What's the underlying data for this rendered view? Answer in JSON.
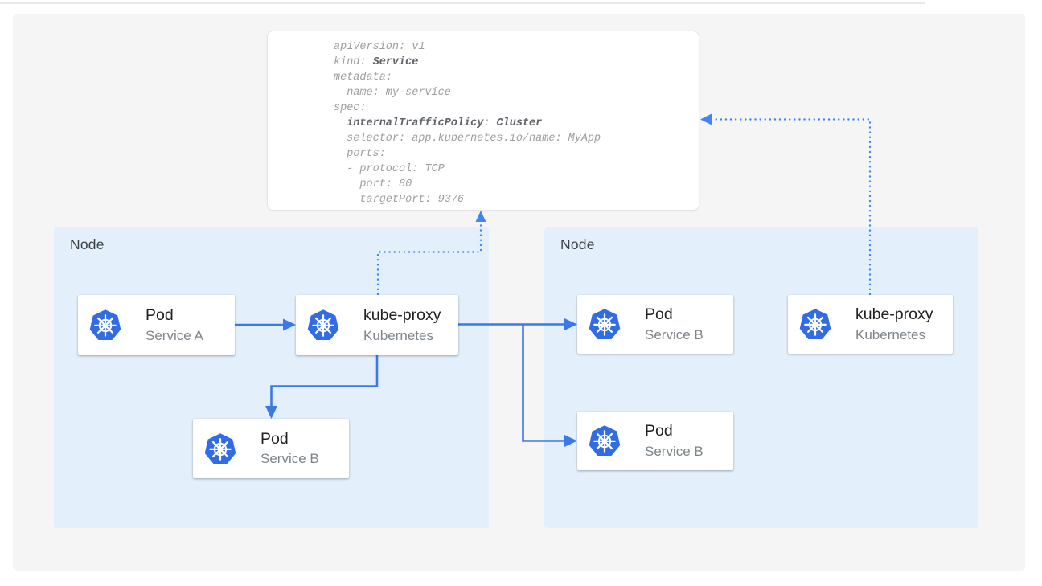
{
  "nodes": [
    {
      "label": "Node"
    },
    {
      "label": "Node"
    }
  ],
  "cards": [
    {
      "title": "Pod",
      "subtitle": "Service A"
    },
    {
      "title": "kube-proxy",
      "subtitle": "Kubernetes"
    },
    {
      "title": "Pod",
      "subtitle": "Service B"
    },
    {
      "title": "Pod",
      "subtitle": "Service B"
    },
    {
      "title": "Pod",
      "subtitle": "Service B"
    },
    {
      "title": "kube-proxy",
      "subtitle": "Kubernetes"
    }
  ],
  "yaml": {
    "lines": [
      [
        {
          "t": "apiVersion: v1",
          "b": false
        }
      ],
      [
        {
          "t": "kind: ",
          "b": false
        },
        {
          "t": "Service",
          "b": true
        }
      ],
      [
        {
          "t": "metadata:",
          "b": false
        }
      ],
      [
        {
          "t": "  name: my-service",
          "b": false
        }
      ],
      [
        {
          "t": "spec:",
          "b": false
        }
      ],
      [
        {
          "t": "  ",
          "b": false
        },
        {
          "t": "internalTrafficPolicy",
          "b": true
        },
        {
          "t": ": ",
          "b": false
        },
        {
          "t": "Cluster",
          "b": true
        }
      ],
      [
        {
          "t": "  selector: app.kubernetes.io/name: MyApp",
          "b": false
        }
      ],
      [
        {
          "t": "  ports:",
          "b": false
        }
      ],
      [
        {
          "t": "  - protocol: TCP",
          "b": false
        }
      ],
      [
        {
          "t": "    port: 80",
          "b": false
        }
      ],
      [
        {
          "t": "    targetPort: 9376",
          "b": false
        }
      ]
    ]
  },
  "icons": {
    "kubernetes_logo": "⎈ ship-wheel in blue heptagon"
  },
  "colors": {
    "canvas_background": "#f5f5f5",
    "node_background": "#e3f0fc",
    "arrow_blue": "#3b78e8",
    "dotted_blue": "#4285f4",
    "kubernetes_blue": "#326ce5",
    "card_title_text": "#212121",
    "card_subtitle_text": "#7d848a",
    "node_label_text": "#3c4043",
    "yaml_text": "#9e9e9e",
    "yaml_bold_text": "#5f6368"
  }
}
